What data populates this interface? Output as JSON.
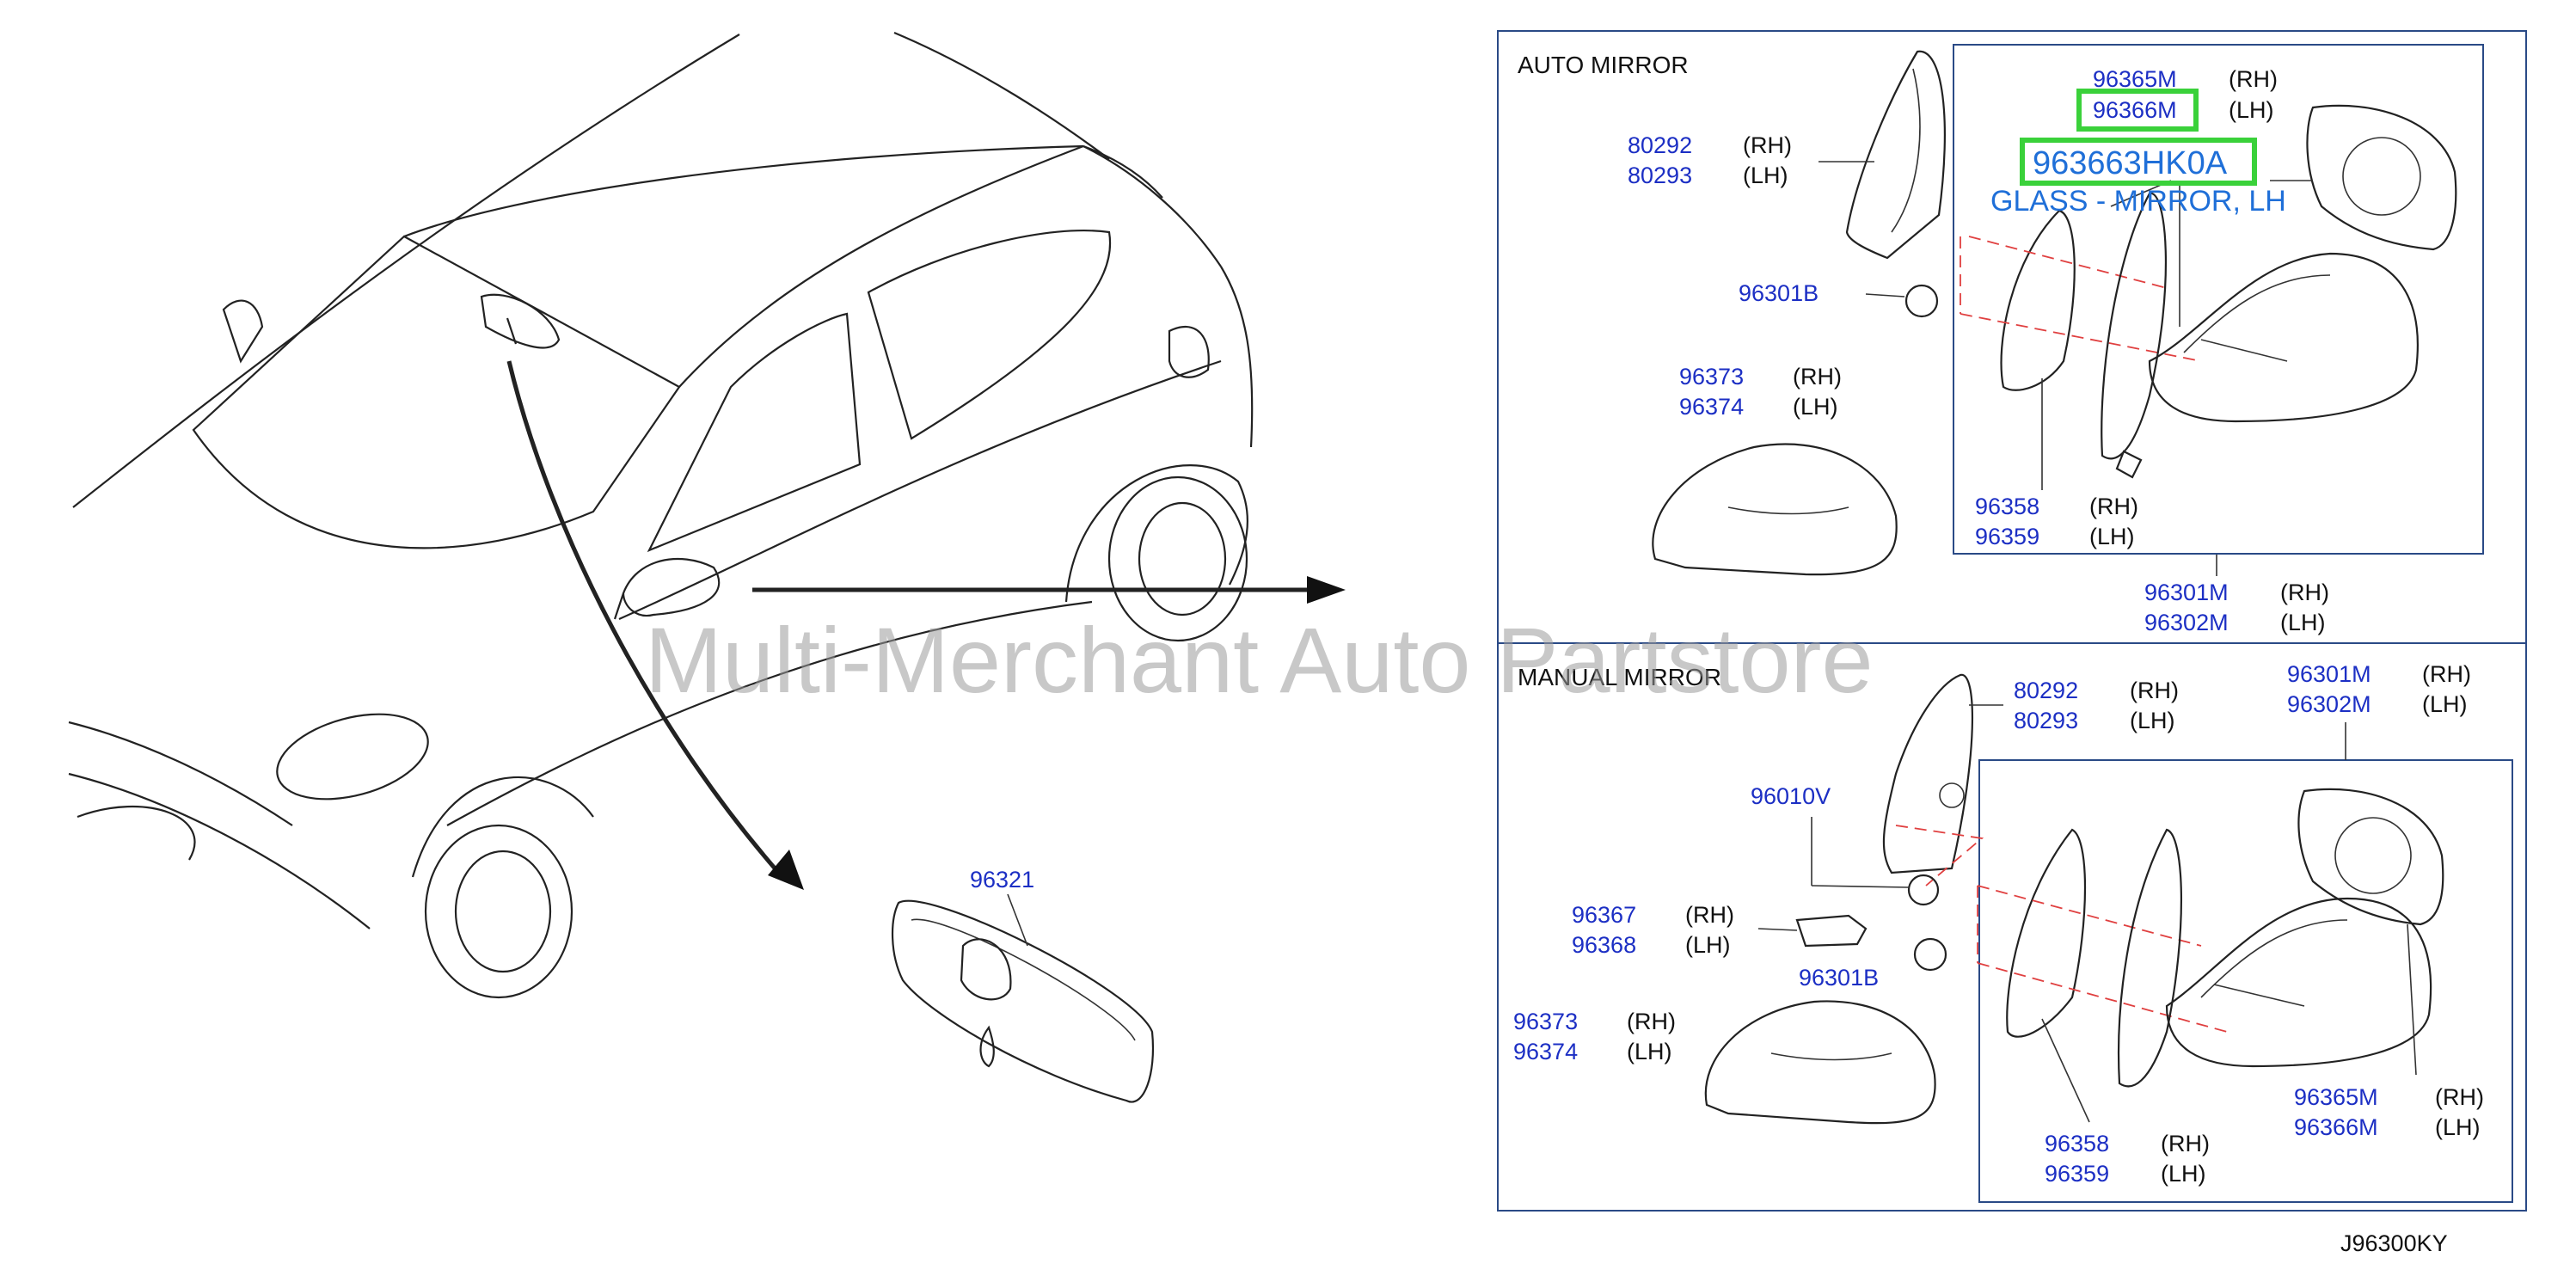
{
  "watermark": "Multi-Merchant Auto Partstore",
  "drawing_code": "J96300KY",
  "rearview_mirror": {
    "part": "96321"
  },
  "auto_mirror": {
    "title": "AUTO   MIRROR",
    "corner_cover": {
      "rh": "80292",
      "lh": "80293",
      "rh_side": "(RH)",
      "lh_side": "(LH)"
    },
    "nut": "96301B",
    "cap": {
      "rh": "96373",
      "lh": "96374",
      "rh_side": "(RH)",
      "lh_side": "(LH)"
    },
    "glass_base": {
      "rh": "96358",
      "lh": "96359",
      "rh_side": "(RH)",
      "lh_side": "(LH)"
    },
    "assembly": {
      "rh": "96301M",
      "lh": "96302M",
      "rh_side": "(RH)",
      "lh_side": "(LH)"
    },
    "glass": {
      "rh": "96365M",
      "lh": "96366M",
      "rh_side": "(RH)",
      "lh_side": "(LH)"
    },
    "highlight_part": "963663HK0A",
    "highlight_desc": "GLASS - MIRROR, LH"
  },
  "manual_mirror": {
    "title": "MANUAL   MIRROR",
    "corner_cover": {
      "rh": "80292",
      "lh": "80293",
      "rh_side": "(RH)",
      "lh_side": "(LH)"
    },
    "assembly": {
      "rh": "96301M",
      "lh": "96302M",
      "rh_side": "(RH)",
      "lh_side": "(LH)"
    },
    "seal": "96010V",
    "knob": {
      "rh": "96367",
      "lh": "96368",
      "rh_side": "(RH)",
      "lh_side": "(LH)"
    },
    "nut": "96301B",
    "cap": {
      "rh": "96373",
      "lh": "96374",
      "rh_side": "(RH)",
      "lh_side": "(LH)"
    },
    "glass": {
      "rh": "96365M",
      "lh": "96366M",
      "rh_side": "(RH)",
      "lh_side": "(LH)"
    },
    "glass_base": {
      "rh": "96358",
      "lh": "96359",
      "rh_side": "(RH)",
      "lh_side": "(LH)"
    }
  }
}
